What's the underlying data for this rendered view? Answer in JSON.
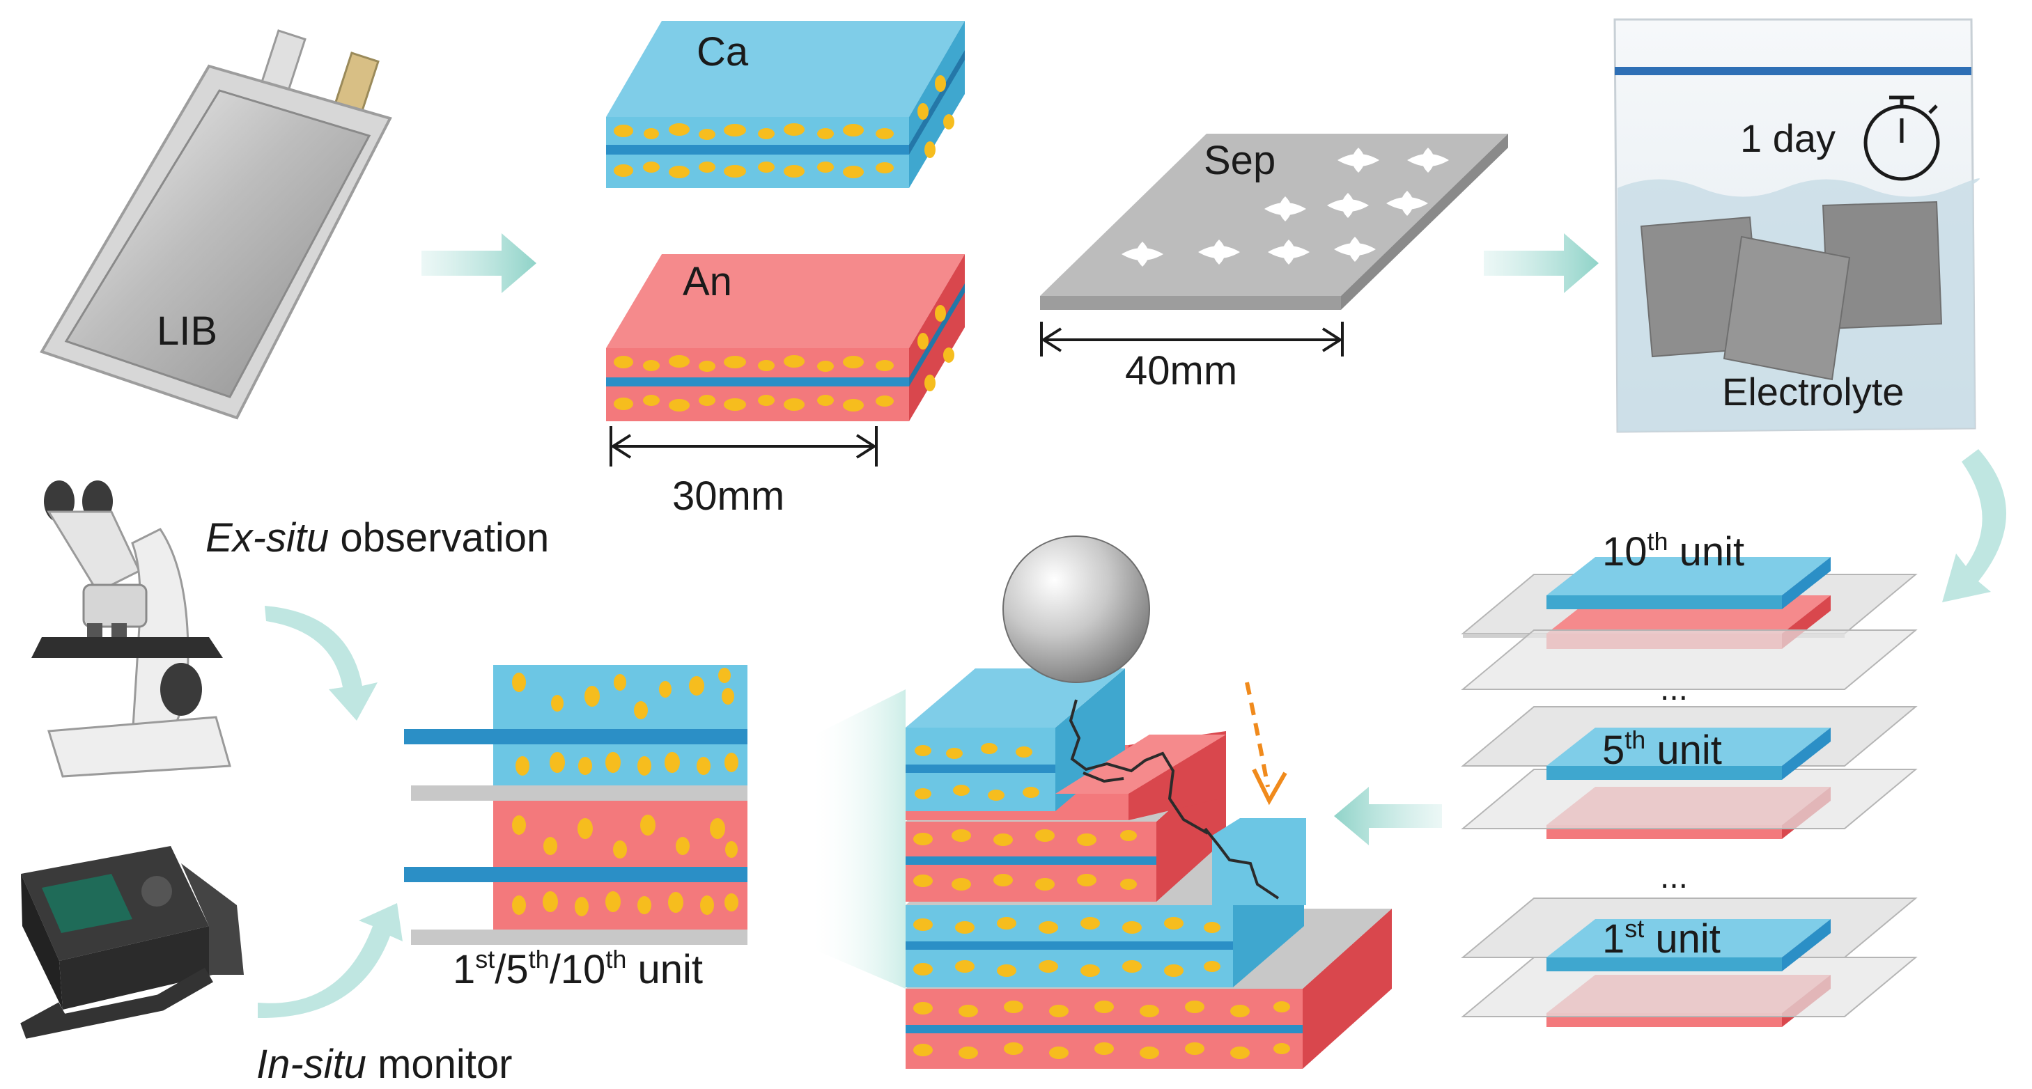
{
  "colors": {
    "cathode": "#6cc6e4",
    "cathode_side": "#3fa7cf",
    "anode": "#f3797c",
    "anode_side": "#d9474d",
    "current_collector": "#2b8fc6",
    "particle": "#f6bd1e",
    "separator": "#c8c8c8",
    "arrow": "#bfe6e1",
    "drop_arrow": "#f08a1c"
  },
  "labels": {
    "lib": "LIB",
    "cathode": "Ca",
    "anode": "An",
    "separator": "Sep",
    "dim_sep": "40mm",
    "dim_electrode": "30mm",
    "soak_time": "1 day",
    "electrolyte": "Electrolyte",
    "unit10": {
      "num": "10",
      "sup": "th",
      "text": " unit"
    },
    "unit5": {
      "num": "5",
      "sup": "th",
      "text": " unit"
    },
    "unit1": {
      "num": "1",
      "sup": "st",
      "text": "  unit"
    },
    "ellipsis": "...",
    "exsitu": {
      "ital": "Ex-situ",
      "rest": " observation"
    },
    "insitu": {
      "ital": "In-situ",
      "rest": " monitor"
    },
    "unit_select": {
      "a": "1",
      "a_sup": "st",
      "b": "/5",
      "b_sup": "th",
      "c": "/10",
      "c_sup": "th",
      "d": "  unit"
    }
  },
  "icons": [
    "pouch-cell",
    "stopwatch-icon",
    "microscope-icon",
    "multimeter-icon",
    "steel-ball"
  ]
}
